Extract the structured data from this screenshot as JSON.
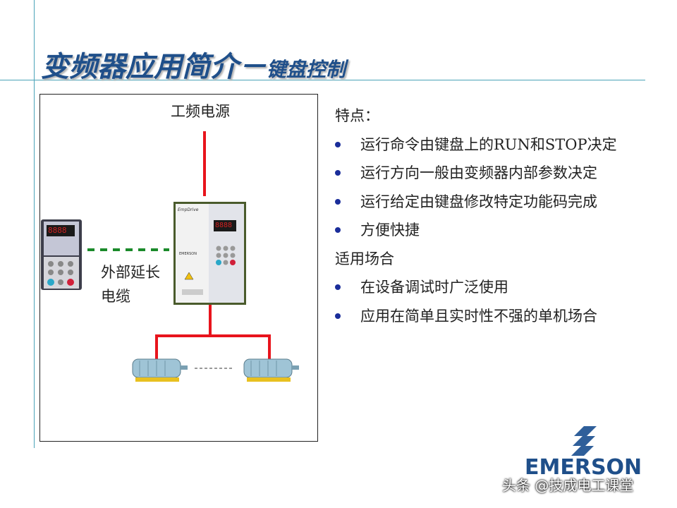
{
  "title": {
    "main": "变频器应用简介－",
    "sub": "键盘控制"
  },
  "diagram": {
    "power_label": "工频电源",
    "cable_label_line1": "外部延长",
    "cable_label_line2": "电缆",
    "drive_brand": "EmpDrive",
    "drive_maker": "EMERSON",
    "display_digits": "8888"
  },
  "features": {
    "heading": "特点：",
    "items": [
      "运行命令由键盘上的RUN和STOP决定",
      "运行方向一般由变频器内部参数决定",
      "运行给定由键盘修改特定功能码完成",
      "方便快捷"
    ]
  },
  "usage": {
    "heading": "适用场合",
    "items": [
      "在设备调试时广泛使用",
      "应用在简单且实时性不强的单机场合"
    ]
  },
  "logo": {
    "text": "EMERSON"
  },
  "watermark": "头条 @技成电工课堂",
  "colors": {
    "accent": "#1f4f8a",
    "power_line": "#e8141c",
    "cable_line": "#1a8a2a",
    "bullet": "#1a2d9a",
    "rule_line": "#4aa3b8"
  }
}
